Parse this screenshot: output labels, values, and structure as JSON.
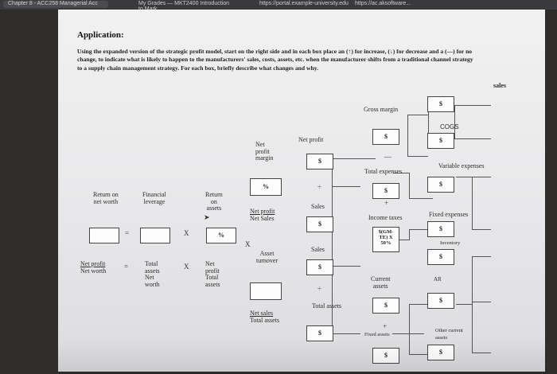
{
  "browser": {
    "tabs": [
      "Chapter 8 - ACC258 Managerial Acc",
      "My Grades — MKT2400 Introduction to Mark...",
      "https://portal.example-university.edu",
      "https://ac.aksoftware..."
    ]
  },
  "document": {
    "heading": "Application:",
    "intro": "Using the expanded version of the strategic profit model, start on the right side and in each box place an (↑) for increase, (↓) for decrease and a (—) for no change, to indicate what is likely to happen to the manufacturers' sales, costs, assets, etc. when the manufacturer shifts from a traditional channel strategy to a supply chain management strategy. For each box, briefly describe what changes and why.",
    "sales_caption": "sales"
  },
  "model": {
    "gross_margin": "Gross margin",
    "cogs": "COGS",
    "net_profit_top": "Net profit",
    "net_profit_margin": "Net\nprofit\nmargin",
    "variable_expenses": "Variable expenses",
    "total_expenses": "Total expenses",
    "return_on_net_worth": "Return on\nnet worth",
    "financial_leverage": "Financial\nleverage",
    "return_on_assets": "Return\non\nassets",
    "net_profit_net_sales_num": "Net profit",
    "net_profit_net_sales_den": "Net Sales",
    "sales_label": "Sales",
    "income_taxes": "Income taxes",
    "fixed_expenses": "Fixed expenses",
    "tax_formula": "$(GM-\nTE) X\n50%",
    "inventory": "Inventory",
    "sales_label_2": "Sales",
    "asset_turnover": "Asset\nturnover",
    "net_profit_worth_num": "Net profit",
    "net_profit_worth_den": "Net worth",
    "total_assets_net_worth": "Total\nassets\nNet\nworth",
    "net_profit_total_assets": "Net\nprofit\nTotal\nassets",
    "current_assets": "Current\nassets",
    "ar": "AR",
    "total_assets_label": "Total assets",
    "net_sales_num": "Net sales",
    "total_assets_den": "Total assets",
    "fixed_assets": "Fixed assets",
    "other_current_assets": "Other current\nassets",
    "dollar": "$",
    "percent": "%",
    "op_times": "X",
    "op_equals": "=",
    "op_minus": "—",
    "op_plus": "+",
    "op_div": "÷"
  }
}
